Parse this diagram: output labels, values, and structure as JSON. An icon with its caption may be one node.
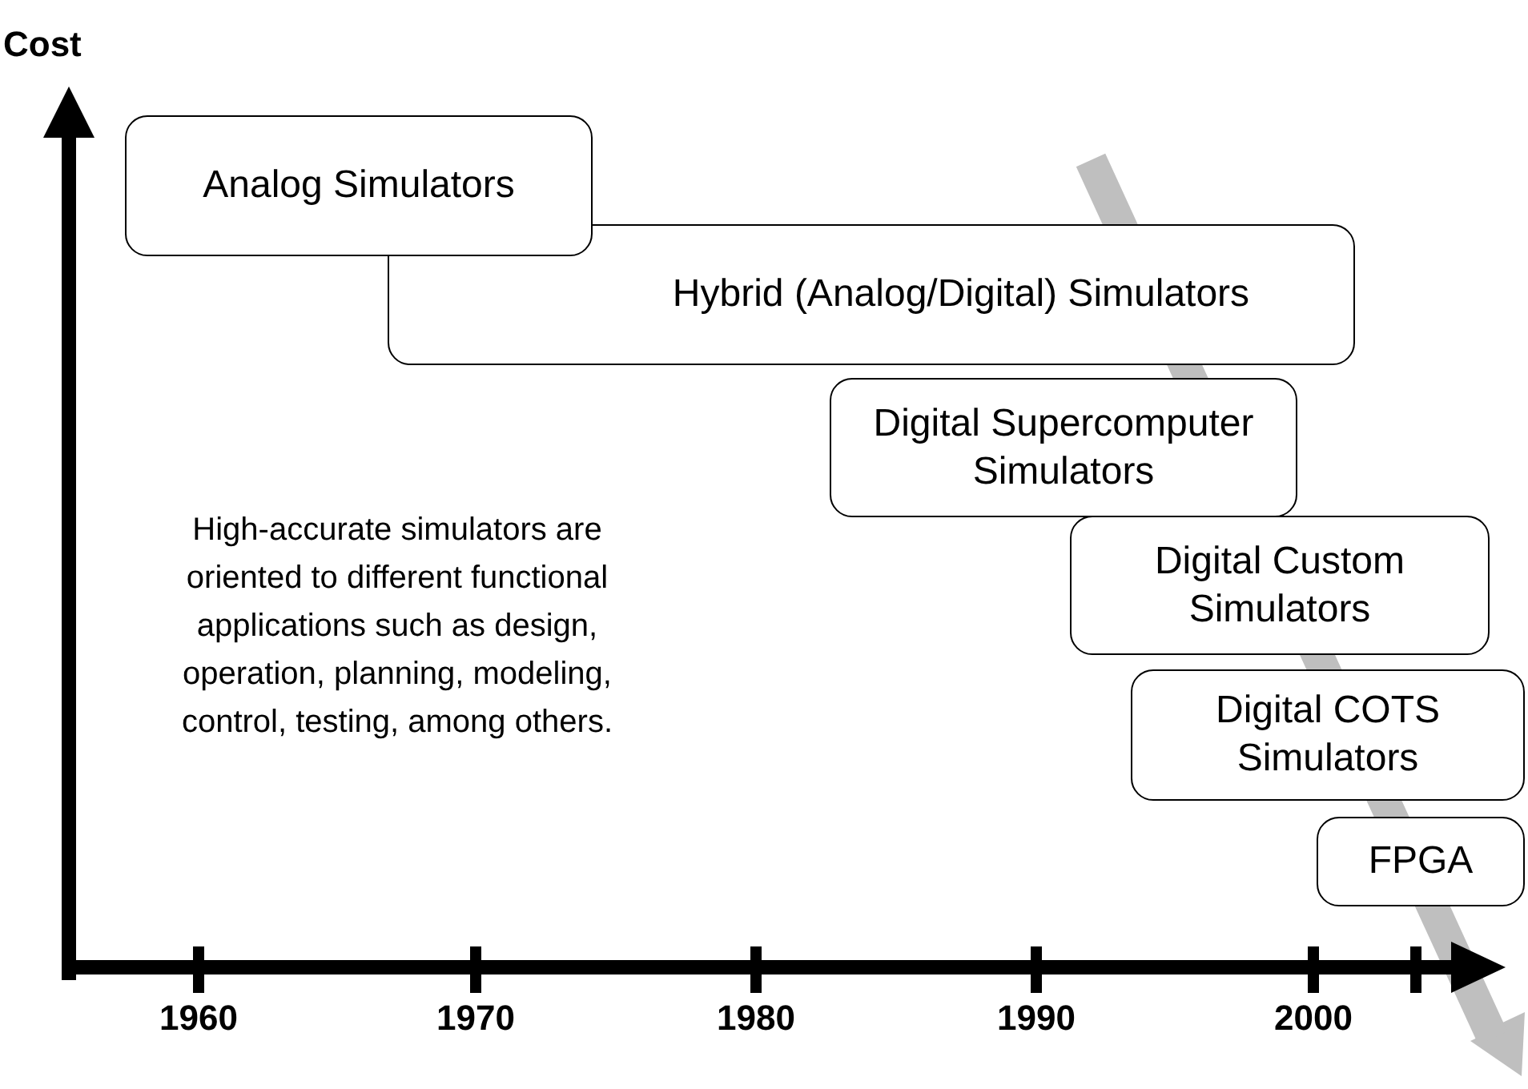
{
  "diagram": {
    "nodes": [
      {
        "text": [
          "Analog Simulators"
        ]
      },
      {
        "text": [
          "Hybrid (Analog/Digital) Simulators"
        ]
      },
      {
        "text": [
          "Digital Supercomputer Simulators"
        ]
      },
      {
        "text": [
          "Digital Custom Simulators"
        ]
      },
      {
        "text": [
          "Digital COTS Simulators"
        ]
      },
      {
        "text": [
          "FPGA"
        ]
      }
    ],
    "labels": [
      "Cost",
      "High-accurate simulators are oriented to different functional applications such as design, operation, planning, modeling, control, testing, among others.",
      "1960",
      "1970",
      "1980",
      "1990",
      "2000"
    ]
  }
}
